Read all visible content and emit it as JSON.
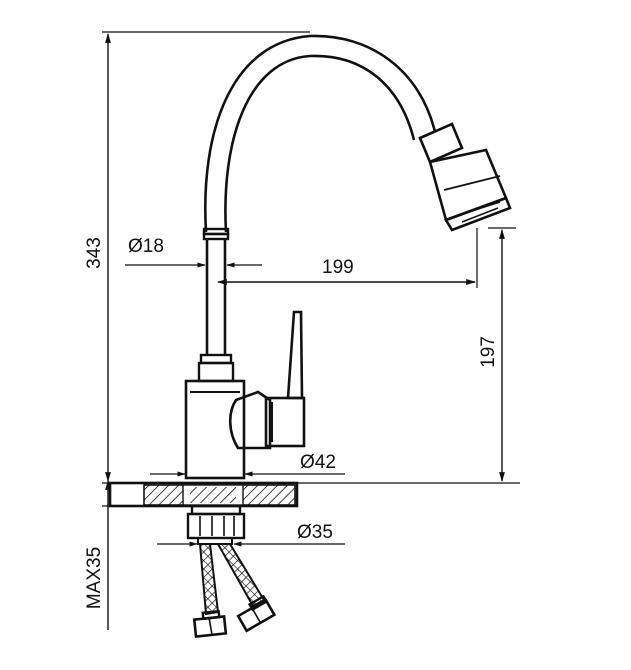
{
  "dimensions": {
    "total_height": "343",
    "spout_diameter": "Ø18",
    "spout_reach": "199",
    "outlet_height": "197",
    "body_diameter": "Ø42",
    "shank_diameter": "Ø35",
    "max_counter_thickness": "MAX35"
  },
  "colors": {
    "line": "#111111",
    "background": "#ffffff"
  }
}
